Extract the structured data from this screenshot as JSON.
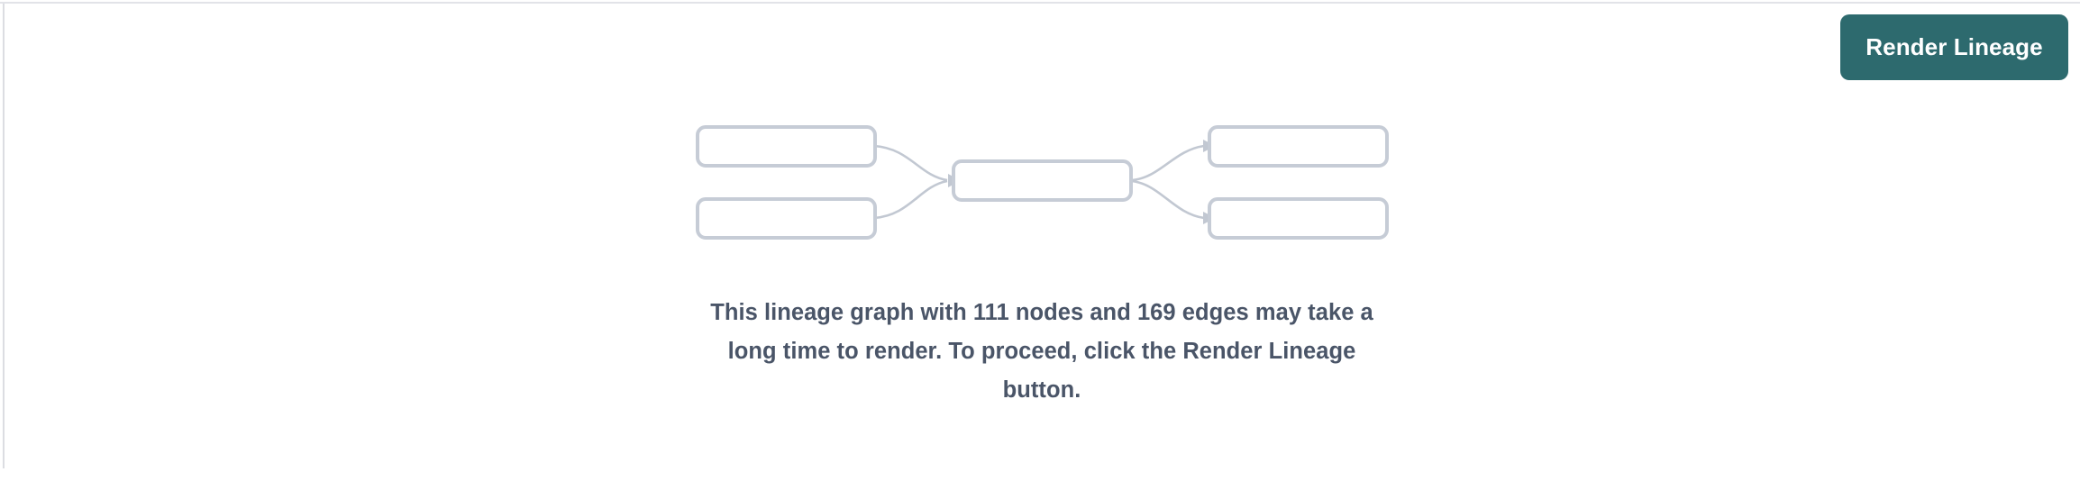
{
  "window": {
    "background_color": "#ffffff",
    "border_color": "#e2e3e8"
  },
  "toolbar": {
    "render_lineage_label": "Render Lineage",
    "render_lineage_color": "#2d6a6e",
    "render_lineage_text_color": "#ffffff"
  },
  "graph_preview": {
    "name": "lineage-placeholder-graph",
    "node_border_color": "#c6ccd6",
    "edge_color": "#c2c8d2",
    "nodes": [
      {
        "id": "upstream-1",
        "label": ""
      },
      {
        "id": "upstream-2",
        "label": ""
      },
      {
        "id": "center-1",
        "label": ""
      },
      {
        "id": "downstream-1",
        "label": ""
      },
      {
        "id": "downstream-2",
        "label": ""
      }
    ],
    "edges": [
      {
        "from": "upstream-1",
        "to": "center-1"
      },
      {
        "from": "upstream-2",
        "to": "center-1"
      },
      {
        "from": "center-1",
        "to": "downstream-1"
      },
      {
        "from": "center-1",
        "to": "downstream-2"
      }
    ]
  },
  "message": {
    "node_count": "111",
    "edge_count": "169",
    "text": "This lineage graph with 111 nodes and 169 edges may take a long time to render. To proceed, click the Render Lineage button.",
    "text_color": "#4a5568"
  }
}
